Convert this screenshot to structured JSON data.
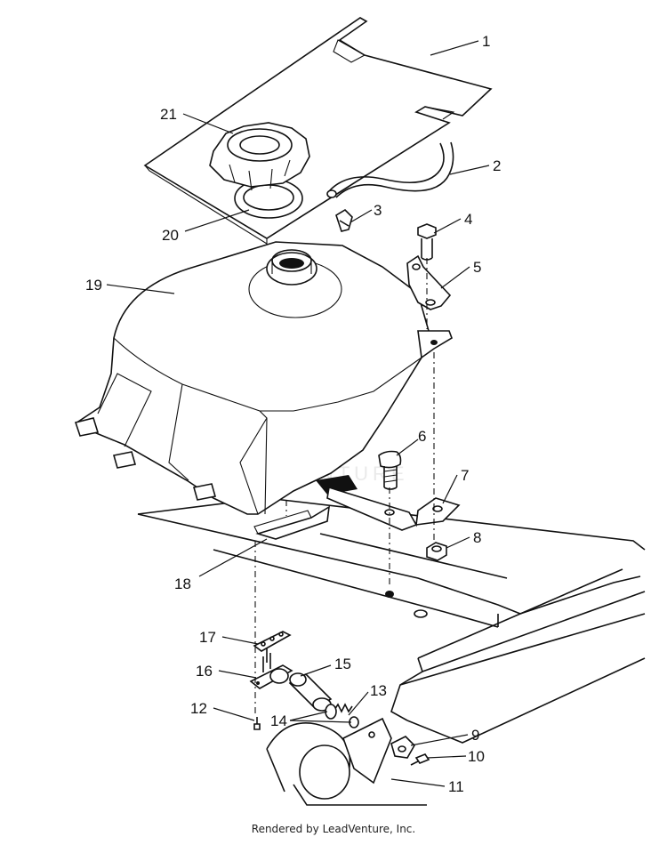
{
  "footer": {
    "text": "Rendered by LeadVenture, Inc."
  },
  "watermark": {
    "text": "LEADVENTURE"
  },
  "callouts": [
    {
      "num": "1",
      "part": "fuel-tank-cover-plate"
    },
    {
      "num": "2",
      "part": "vent-hose"
    },
    {
      "num": "3",
      "part": "elbow-fitting"
    },
    {
      "num": "4",
      "part": "mounting-bolt-upper"
    },
    {
      "num": "5",
      "part": "tank-bracket"
    },
    {
      "num": "6",
      "part": "mounting-bolt-lower"
    },
    {
      "num": "7",
      "part": "mounting-strap-bracket"
    },
    {
      "num": "8",
      "part": "lock-nut"
    },
    {
      "num": "9",
      "part": "cable-clip"
    },
    {
      "num": "10",
      "part": "clip-screw"
    },
    {
      "num": "11",
      "part": "valve-mount-bracket"
    },
    {
      "num": "12",
      "part": "valve-screw"
    },
    {
      "num": "13",
      "part": "spring"
    },
    {
      "num": "14",
      "part": "washer"
    },
    {
      "num": "15",
      "part": "valve-shaft"
    },
    {
      "num": "16",
      "part": "fuel-valve"
    },
    {
      "num": "17",
      "part": "valve-plate"
    },
    {
      "num": "18",
      "part": "rubber-pad"
    },
    {
      "num": "19",
      "part": "fuel-tank"
    },
    {
      "num": "20",
      "part": "cap-gasket"
    },
    {
      "num": "21",
      "part": "fuel-cap"
    }
  ]
}
